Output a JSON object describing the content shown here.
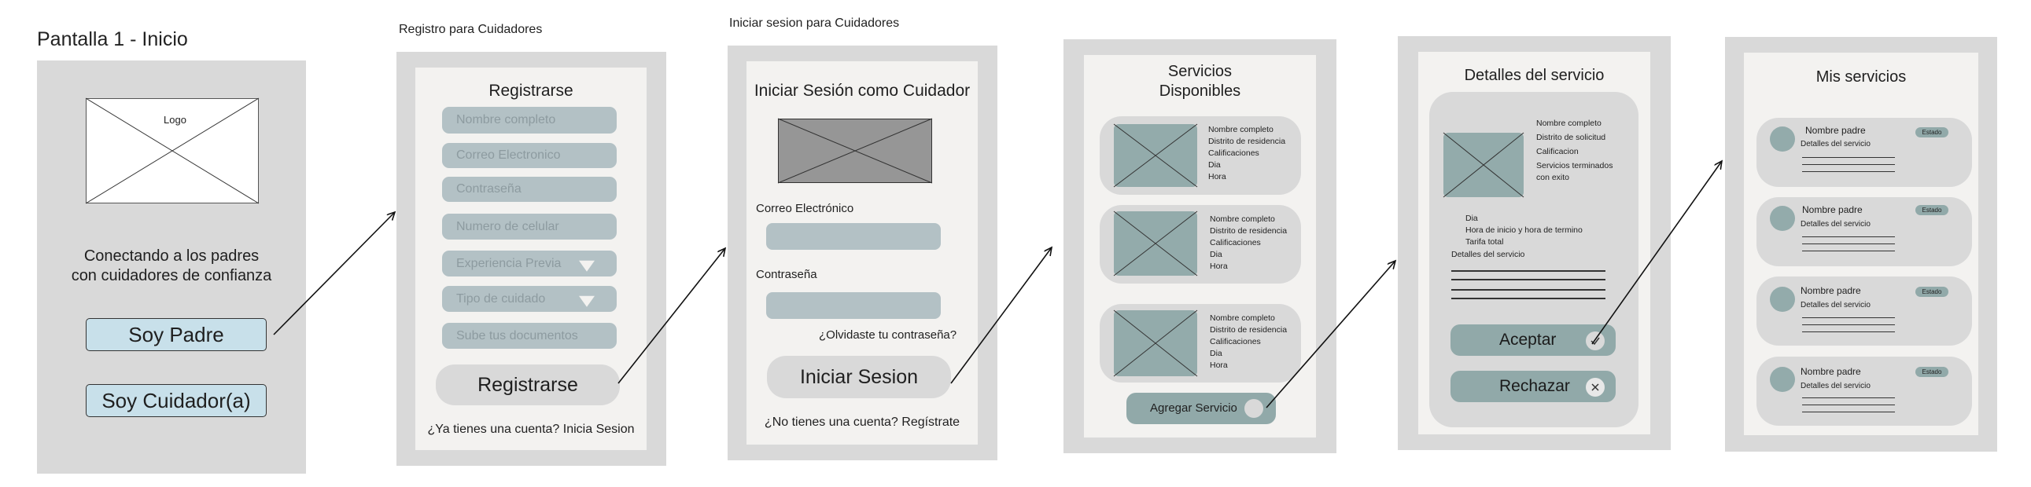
{
  "screen1": {
    "title": "Pantalla 1 - Inicio",
    "logo": "Logo",
    "tagline_1": "Conectando a los padres",
    "tagline_2": "con cuidadores de confianza",
    "btn_padre": "Soy Padre",
    "btn_cuidador": "Soy Cuidador(a)"
  },
  "screen2": {
    "title": "Registro para Cuidadores",
    "heading": "Registrarse",
    "fields": [
      "Nombre completo",
      "Correo Electronico",
      "Contraseña",
      "Numero de celular",
      "Experiencia Previa",
      "Tipo de cuidado",
      "Sube tus documentos"
    ],
    "submit": "Registrarse",
    "footer": "¿Ya tienes una cuenta? Inicia Sesion"
  },
  "screen3": {
    "title": "Iniciar sesion para Cuidadores",
    "heading": "Iniciar Sesión como Cuidador",
    "email_label": "Correo Electrónico",
    "password_label": "Contraseña",
    "forgot": "¿Olvidaste tu contraseña?",
    "submit": "Iniciar Sesion",
    "footer": "¿No tienes una cuenta? Regístrate"
  },
  "screen4": {
    "heading_1": "Servicios",
    "heading_2": "Disponibles",
    "card_lines": [
      "Nombre completo",
      "Distrito de residencia",
      "Calificaciones",
      "Dia",
      "Hora"
    ],
    "add_button": "Agregar Servicio"
  },
  "screen5": {
    "heading": "Detalles del servicio",
    "info_lines": [
      "Nombre completo",
      "Distrito de solicitud",
      "Calificacion",
      "Servicios terminados",
      "con exito"
    ],
    "details_lines": [
      "Dia",
      "Hora de inicio y hora de termino",
      "Tarifa total"
    ],
    "details_label": "Detalles del servicio",
    "accept": "Aceptar",
    "reject": "Rechazar"
  },
  "screen6": {
    "heading": "Mis servicios",
    "card_name": "Nombre padre",
    "card_badge": "Estado",
    "card_details": "Detalles del servicio"
  },
  "colors": {
    "frame": "#d9d9d9",
    "inner": "#f3f2f0",
    "field": "#b3c1c5",
    "teal": "#91a9a9",
    "light_blue": "#c8e0ea",
    "placeholder": "#93abab"
  }
}
